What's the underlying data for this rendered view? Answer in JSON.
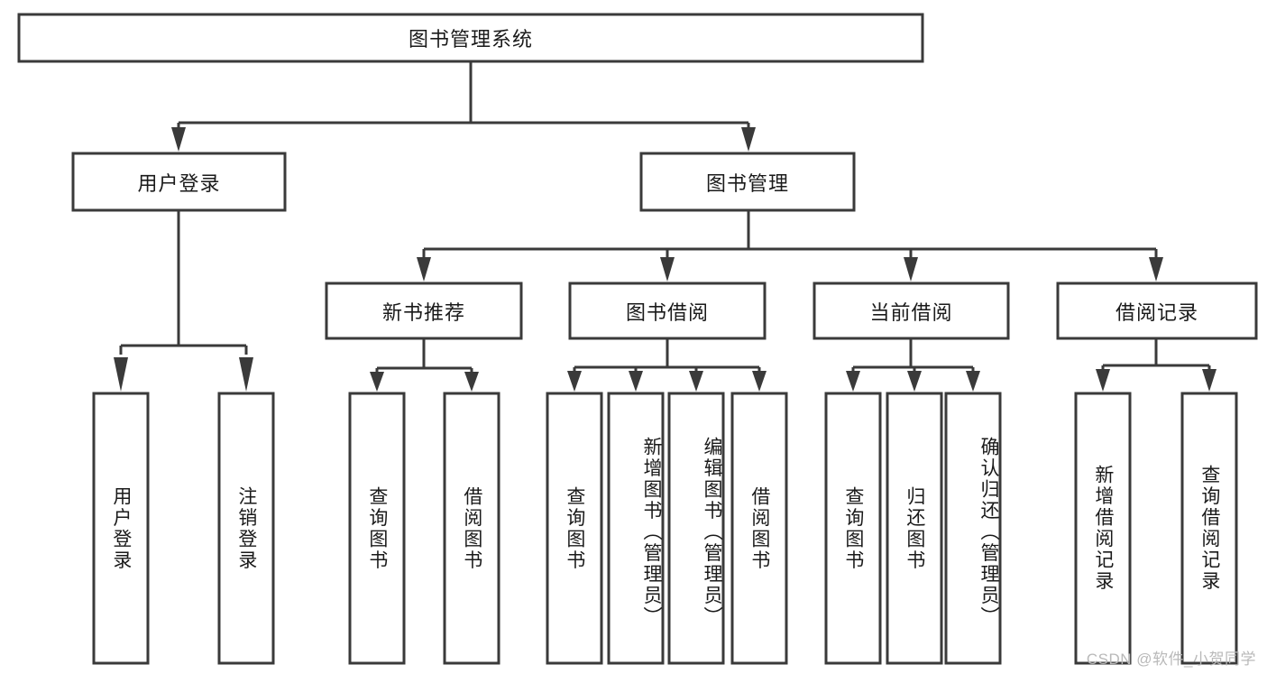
{
  "diagram": {
    "type": "tree-hierarchy",
    "title": "图书管理系统",
    "watermark": "CSDN @软件_小贺同学",
    "colors": {
      "box_stroke": "#3a3a3a",
      "box_fill": "#ffffff",
      "connector": "#3a3a3a",
      "text": "#1a1a1a",
      "watermark": "#b9b9b9"
    },
    "levels": {
      "root": {
        "label": "图书管理系统"
      },
      "level2": [
        {
          "label": "用户登录"
        },
        {
          "label": "图书管理"
        }
      ],
      "level3": [
        {
          "label": "新书推荐"
        },
        {
          "label": "图书借阅"
        },
        {
          "label": "当前借阅"
        },
        {
          "label": "借阅记录"
        }
      ],
      "leaves": {
        "user_login": [
          {
            "label": "用户登录"
          },
          {
            "label": "注销登录"
          }
        ],
        "new_book_recommend": [
          {
            "label": "查询图书"
          },
          {
            "label": "借阅图书"
          }
        ],
        "book_borrow": [
          {
            "label": "查询图书"
          },
          {
            "label": "新增图书（管理员）"
          },
          {
            "label": "编辑图书（管理员）"
          },
          {
            "label": "借阅图书"
          }
        ],
        "current_borrow": [
          {
            "label": "查询图书"
          },
          {
            "label": "归还图书"
          },
          {
            "label": "确认归还（管理员）"
          }
        ],
        "borrow_record": [
          {
            "label": "新增借阅记录"
          },
          {
            "label": "查询借阅记录"
          }
        ]
      }
    }
  }
}
